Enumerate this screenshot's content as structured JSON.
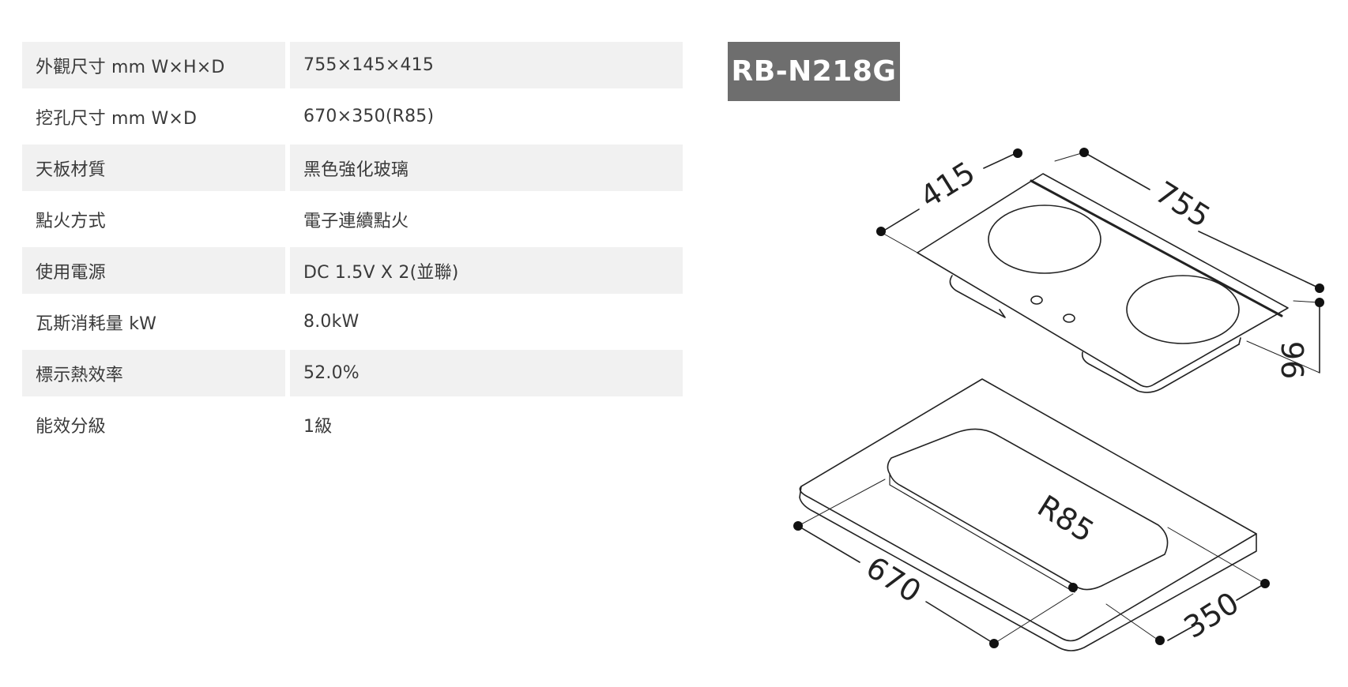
{
  "specs": [
    {
      "label": "外觀尺寸 mm W×H×D",
      "value": "755×145×415"
    },
    {
      "label": "挖孔尺寸 mm W×D",
      "value": "670×350(R85)"
    },
    {
      "label": "天板材質",
      "value": "黑色強化玻璃"
    },
    {
      "label": "點火方式",
      "value": "電子連續點火"
    },
    {
      "label": "使用電源",
      "value": "DC 1.5V X 2(並聯)"
    },
    {
      "label": "瓦斯消耗量 kW",
      "value": "8.0kW"
    },
    {
      "label": "標示熱效率",
      "value": "52.0%"
    },
    {
      "label": "能效分級",
      "value": "1級"
    }
  ],
  "model": "RB-N218G",
  "dimensions": {
    "depth": "415",
    "width": "755",
    "height": "96",
    "cutout_radius": "R85",
    "cutout_width": "670",
    "cutout_depth": "350"
  },
  "colors": {
    "row_shade": "#f1f1f1",
    "badge_bg": "#6e6e6e",
    "line": "#222222"
  }
}
